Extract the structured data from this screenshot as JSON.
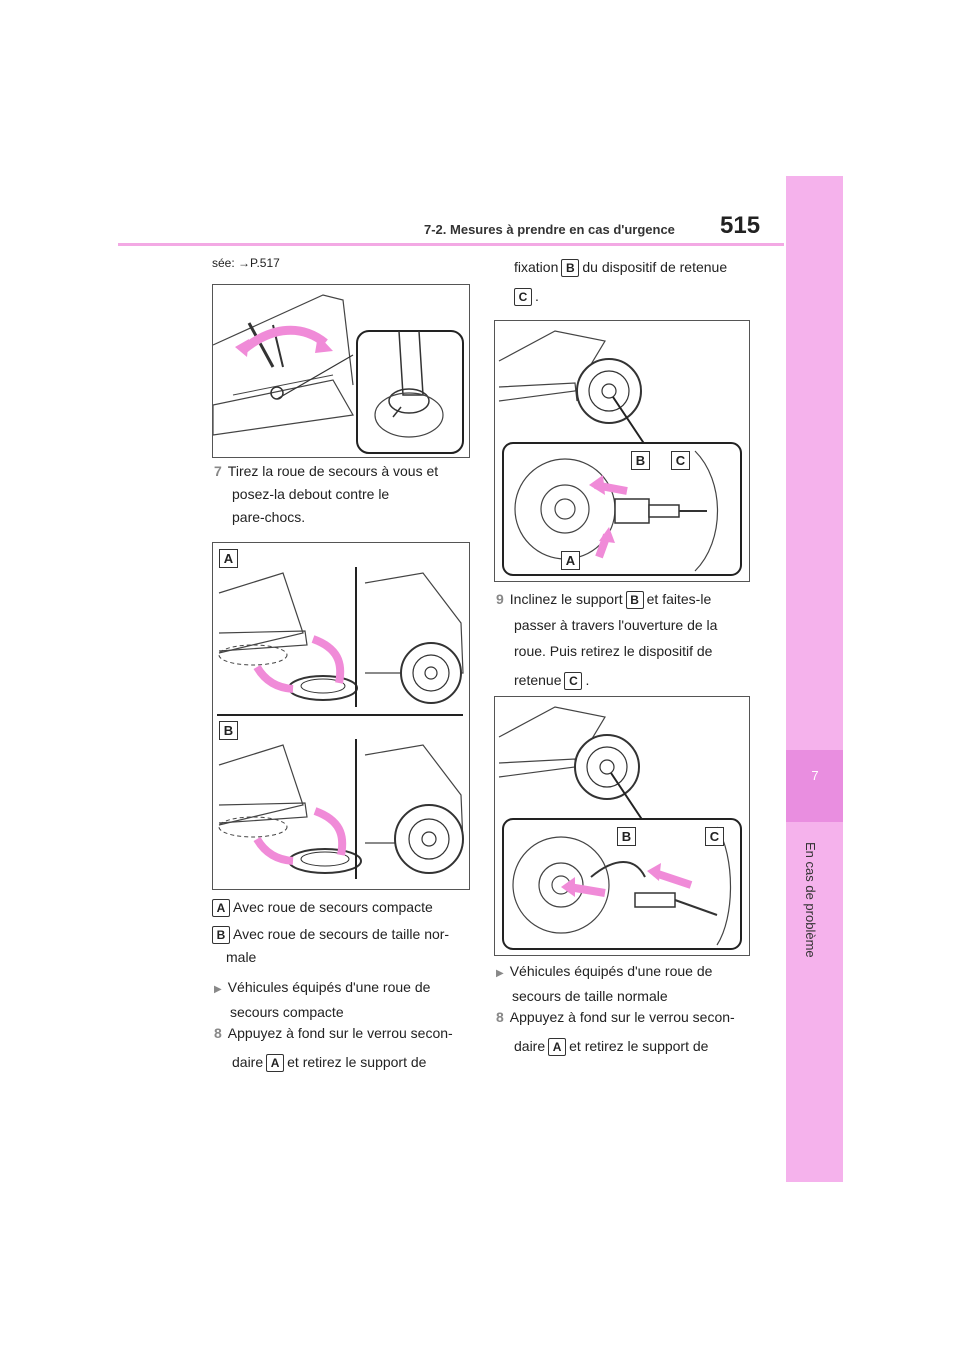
{
  "header": {
    "section_title": "7-2. Mesures à prendre en cas d'urgence",
    "page_number": "515"
  },
  "side_tab": {
    "chapter_number": "7",
    "chapter_title": "En cas de problème"
  },
  "left": {
    "top_ref_text": "sée: →P.517",
    "step7_number": "7",
    "step7_lines": [
      "Tirez la roue de secours à vous et",
      "posez-la debout contre le",
      "pare-chocs."
    ],
    "figure2_labels": [
      "A",
      "B"
    ],
    "caption_a_label": "A",
    "caption_a_text": "Avec roue de secours compacte",
    "caption_b_label": "B",
    "caption_b_text": "Avec roue de secours de taille nor-",
    "caption_b_text2": "male",
    "bullet1_lines": [
      "Véhicules équipés d'une roue de",
      "secours compacte"
    ],
    "step8_number": "8",
    "step8_line1": "Appuyez à fond sur le verrou secon-",
    "step8_line2_pre": "daire",
    "step8_line2_label": "A",
    "step8_line2_post": "et retirez le support de"
  },
  "right": {
    "top_line1_pre": "fixation",
    "top_line1_label": "B",
    "top_line1_post": "du dispositif de retenue",
    "top_line2_label": "C",
    "top_line2_post": ".",
    "figure3_labels": [
      "B",
      "C",
      "A"
    ],
    "step9_number": "9",
    "step9_line1_pre": "Inclinez le support",
    "step9_line1_label": "B",
    "step9_line1_post": "et faites-le",
    "step9_line2": "passer à travers l'ouverture de la",
    "step9_line3": "roue. Puis retirez le dispositif de",
    "step9_line4_pre": "retenue",
    "step9_line4_label": "C",
    "step9_line4_post": ".",
    "figure4_labels": [
      "B",
      "C"
    ],
    "bullet2_lines": [
      "Véhicules équipés d'une roue de",
      "secours de taille normale"
    ],
    "step8b_number": "8",
    "step8b_line1": "Appuyez à fond sur le verrou secon-",
    "step8b_line2_pre": "daire",
    "step8b_line2_label": "A",
    "step8b_line2_post": "et retirez le support de"
  },
  "colors": {
    "accent_pink": "#f5b2ec",
    "accent_dark_pink": "#e98ee0",
    "arrow_pink": "#f08bd8"
  }
}
